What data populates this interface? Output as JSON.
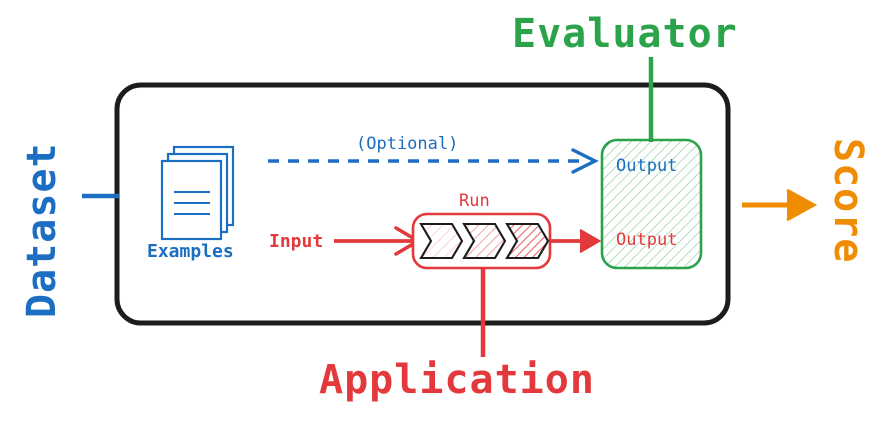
{
  "diagram": {
    "title_labels": {
      "dataset": "Dataset",
      "evaluator": "Evaluator",
      "application": "Application",
      "score": "Score"
    },
    "inner_labels": {
      "examples": "Examples",
      "optional": "(Optional)",
      "input": "Input",
      "run": "Run",
      "output_top": "Output",
      "output_bottom": "Output"
    },
    "colors": {
      "blue": "#1b6ec2",
      "green": "#2aa34a",
      "red": "#e3393c",
      "orange": "#ef8c02",
      "black": "#1c1c1c",
      "white": "#ffffff"
    },
    "nodes": [
      {
        "name": "examples-stack",
        "kind": "document-stack",
        "color": "#1b6ec2",
        "label": "Examples"
      },
      {
        "name": "run-pipeline",
        "kind": "chevron-pipeline",
        "color": "#e3393c",
        "label": "Run",
        "steps": 3
      },
      {
        "name": "evaluator-output-box",
        "kind": "hatched-rounded-box",
        "color": "#2aa34a",
        "labels": [
          "Output",
          "Output"
        ]
      }
    ],
    "edges": [
      {
        "name": "dataset-connector",
        "style": "solid",
        "color": "#1b6ec2",
        "arrow": false
      },
      {
        "name": "optional-edge",
        "style": "dashed",
        "color": "#1b6ec2",
        "arrow": true,
        "label": "(Optional)"
      },
      {
        "name": "input-edge",
        "style": "solid",
        "color": "#e3393c",
        "arrow": true,
        "label": "Input"
      },
      {
        "name": "run-to-output-edge",
        "style": "solid",
        "color": "#e3393c",
        "arrow": true
      },
      {
        "name": "evaluator-connector",
        "style": "solid",
        "color": "#2aa34a",
        "arrow": false
      },
      {
        "name": "application-connector",
        "style": "solid",
        "color": "#e3393c",
        "arrow": false
      },
      {
        "name": "score-edge",
        "style": "solid",
        "color": "#ef8c02",
        "arrow": true
      }
    ]
  }
}
